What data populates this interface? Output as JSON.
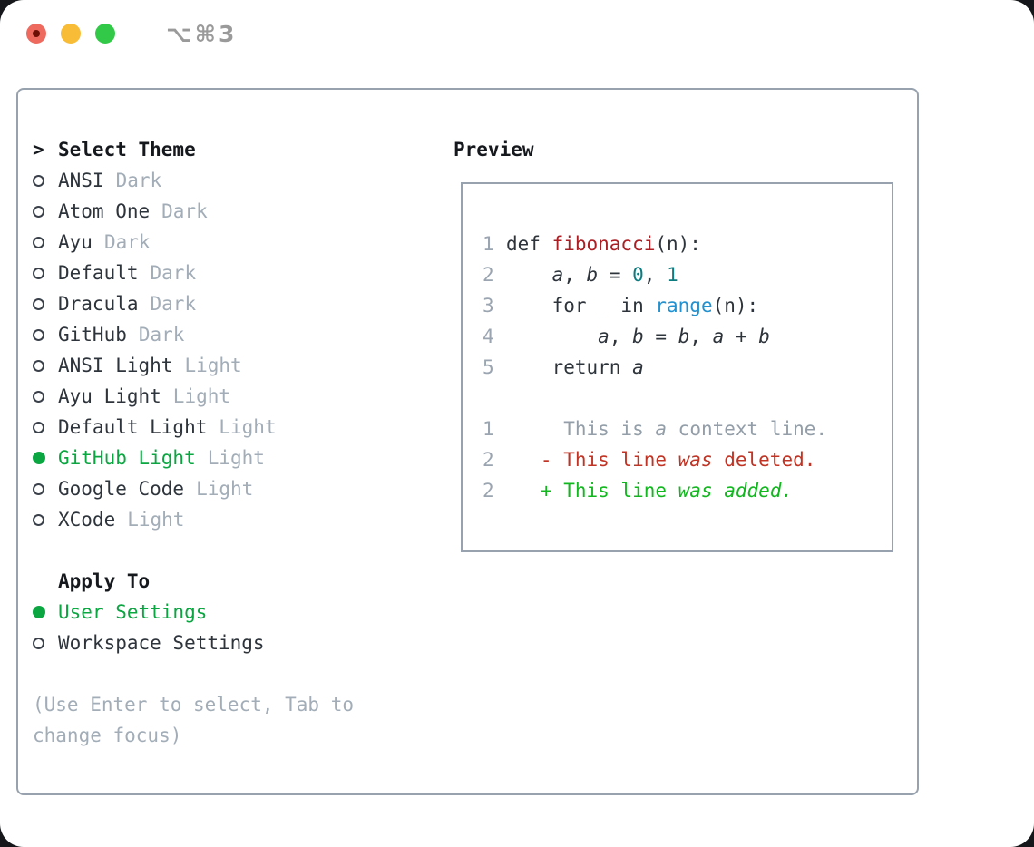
{
  "window": {
    "title": "⌥⌘3",
    "traffic_lights": [
      "close",
      "minimize",
      "zoom"
    ]
  },
  "theme_panel": {
    "header": {
      "prompt": ">",
      "label": "Select Theme"
    },
    "themes": [
      {
        "name": "ANSI",
        "variant": "Dark",
        "selected": false
      },
      {
        "name": "Atom One",
        "variant": "Dark",
        "selected": false
      },
      {
        "name": "Ayu",
        "variant": "Dark",
        "selected": false
      },
      {
        "name": "Default",
        "variant": "Dark",
        "selected": false
      },
      {
        "name": "Dracula",
        "variant": "Dark",
        "selected": false
      },
      {
        "name": "GitHub",
        "variant": "Dark",
        "selected": false
      },
      {
        "name": "ANSI Light",
        "variant": "Light",
        "selected": false
      },
      {
        "name": "Ayu Light",
        "variant": "Light",
        "selected": false
      },
      {
        "name": "Default Light",
        "variant": "Light",
        "selected": false
      },
      {
        "name": "GitHub Light",
        "variant": "Light",
        "selected": true
      },
      {
        "name": "Google Code",
        "variant": "Light",
        "selected": false
      },
      {
        "name": "XCode",
        "variant": "Light",
        "selected": false
      }
    ],
    "apply_to": {
      "label": "Apply To",
      "options": [
        {
          "label": "User Settings",
          "selected": true
        },
        {
          "label": "Workspace Settings",
          "selected": false
        }
      ]
    },
    "hint": "(Use Enter to select, Tab to change focus)"
  },
  "preview": {
    "label": "Preview",
    "lines": [
      {
        "num": "1",
        "tokens": [
          {
            "t": "def ",
            "c": "pl"
          },
          {
            "t": "fibonacci",
            "c": "fn"
          },
          {
            "t": "(n):",
            "c": "pl"
          }
        ]
      },
      {
        "num": "2",
        "tokens": [
          {
            "t": "    ",
            "c": "pl"
          },
          {
            "t": "a",
            "c": "var"
          },
          {
            "t": ", ",
            "c": "pl"
          },
          {
            "t": "b",
            "c": "var"
          },
          {
            "t": " = ",
            "c": "pl"
          },
          {
            "t": "0",
            "c": "num"
          },
          {
            "t": ", ",
            "c": "pl"
          },
          {
            "t": "1",
            "c": "num"
          }
        ]
      },
      {
        "num": "3",
        "tokens": [
          {
            "t": "    for _ in ",
            "c": "pl"
          },
          {
            "t": "range",
            "c": "call"
          },
          {
            "t": "(n):",
            "c": "pl"
          }
        ]
      },
      {
        "num": "4",
        "tokens": [
          {
            "t": "        ",
            "c": "pl"
          },
          {
            "t": "a",
            "c": "var"
          },
          {
            "t": ", ",
            "c": "pl"
          },
          {
            "t": "b",
            "c": "var"
          },
          {
            "t": " = ",
            "c": "pl"
          },
          {
            "t": "b",
            "c": "var"
          },
          {
            "t": ", ",
            "c": "pl"
          },
          {
            "t": "a",
            "c": "var"
          },
          {
            "t": " + ",
            "c": "pl"
          },
          {
            "t": "b",
            "c": "var"
          }
        ]
      },
      {
        "num": "5",
        "tokens": [
          {
            "t": "    return ",
            "c": "pl"
          },
          {
            "t": "a",
            "c": "var"
          }
        ]
      },
      {
        "num": "",
        "tokens": []
      },
      {
        "num": "1",
        "tokens": [
          {
            "t": "     This is ",
            "c": "ctx"
          },
          {
            "t": "a",
            "c": "ctx-i"
          },
          {
            "t": " context line.",
            "c": "ctx"
          }
        ]
      },
      {
        "num": "2",
        "tokens": [
          {
            "t": "   - This line ",
            "c": "del"
          },
          {
            "t": "was",
            "c": "del-i"
          },
          {
            "t": " deleted.",
            "c": "del"
          }
        ]
      },
      {
        "num": "2",
        "tokens": [
          {
            "t": "   + This line ",
            "c": "add"
          },
          {
            "t": "was",
            "c": "add-i"
          },
          {
            "t": " ",
            "c": "add"
          },
          {
            "t": "added.",
            "c": "add-i"
          }
        ]
      }
    ]
  },
  "colors": {
    "accent_green": "#0ba541",
    "heading": "#15181c",
    "ink": "#2e343b",
    "dim": "#a2adb8",
    "border": "#98a2ae",
    "line_number": "#9aa5b1",
    "syntax_function": "#ab1f24",
    "syntax_number": "#0d7c80",
    "syntax_call": "#2191cf",
    "diff_context": "#939ea8",
    "diff_deleted": "#c03425",
    "diff_added": "#12b71f",
    "titlebar_text": "#9a9a9a",
    "light_red": "#ee6a5f",
    "light_yellow": "#f8bc37",
    "light_green": "#33c948"
  }
}
